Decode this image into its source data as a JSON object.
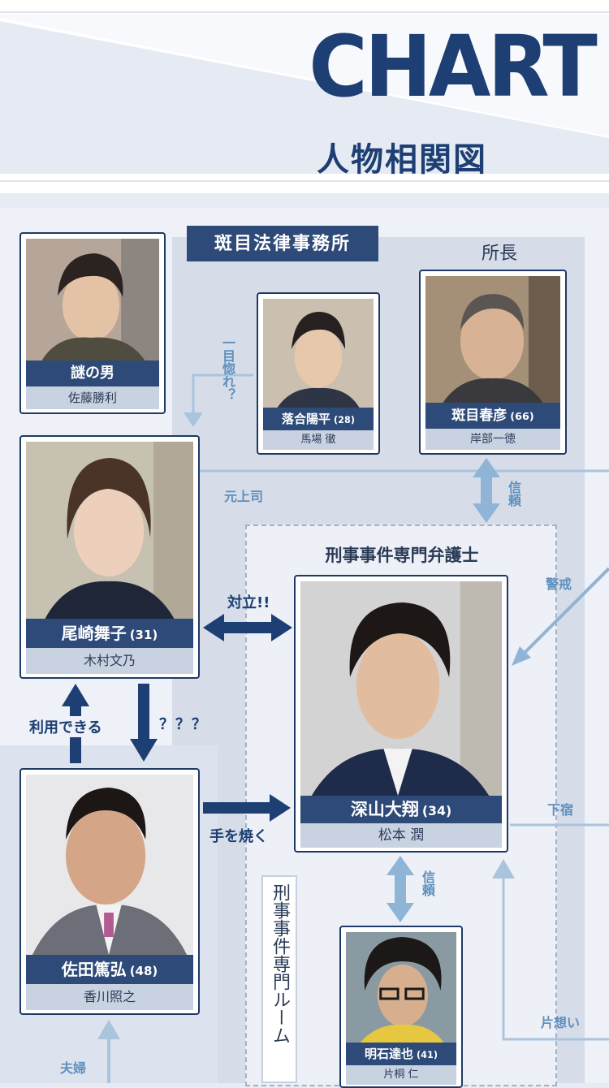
{
  "header": {
    "title": "CHART",
    "subtitle": "人物相関図"
  },
  "groups": {
    "office": "斑目法律事務所",
    "office_head": "所長",
    "criminal_lawyer": "刑事事件専門弁護士",
    "criminal_room": "刑事事件専門ルーム"
  },
  "people": [
    {
      "key": "nazo",
      "name": "謎の男",
      "age": "",
      "actor": "佐藤勝利"
    },
    {
      "key": "ochiai",
      "name": "落合陽平",
      "age": "(28)",
      "actor": "馬場 徹"
    },
    {
      "key": "madarame",
      "name": "斑目春彦",
      "age": "(66)",
      "actor": "岸部一徳"
    },
    {
      "key": "ozaki",
      "name": "尾崎舞子",
      "age": "(31)",
      "actor": "木村文乃"
    },
    {
      "key": "miyama",
      "name": "深山大翔",
      "age": "(34)",
      "actor": "松本 潤"
    },
    {
      "key": "sada",
      "name": "佐田篤弘",
      "age": "(48)",
      "actor": "香川照之"
    },
    {
      "key": "akashi",
      "name": "明石達也",
      "age": "(41)",
      "actor": "片桐 仁"
    }
  ],
  "relations": {
    "hitomebore": "一目惚れ？",
    "moto_joshi": "元上司",
    "shinrai_top": "信頼",
    "keikai": "警戒",
    "tairitsu": "対立!!",
    "riyou": "利用できる",
    "question": "？？？",
    "te_wo_yaku": "手を焼く",
    "geshuku": "下宿",
    "shinrai_bottom": "信頼",
    "kataomoi": "片想い",
    "fuufu": "夫婦"
  },
  "colors": {
    "navy": "#1d3f74",
    "card_bar": "#2d4a78",
    "arrow_dark": "#1e3f73",
    "arrow_light": "#8fb4d6",
    "line_light": "#a9c4dd"
  }
}
